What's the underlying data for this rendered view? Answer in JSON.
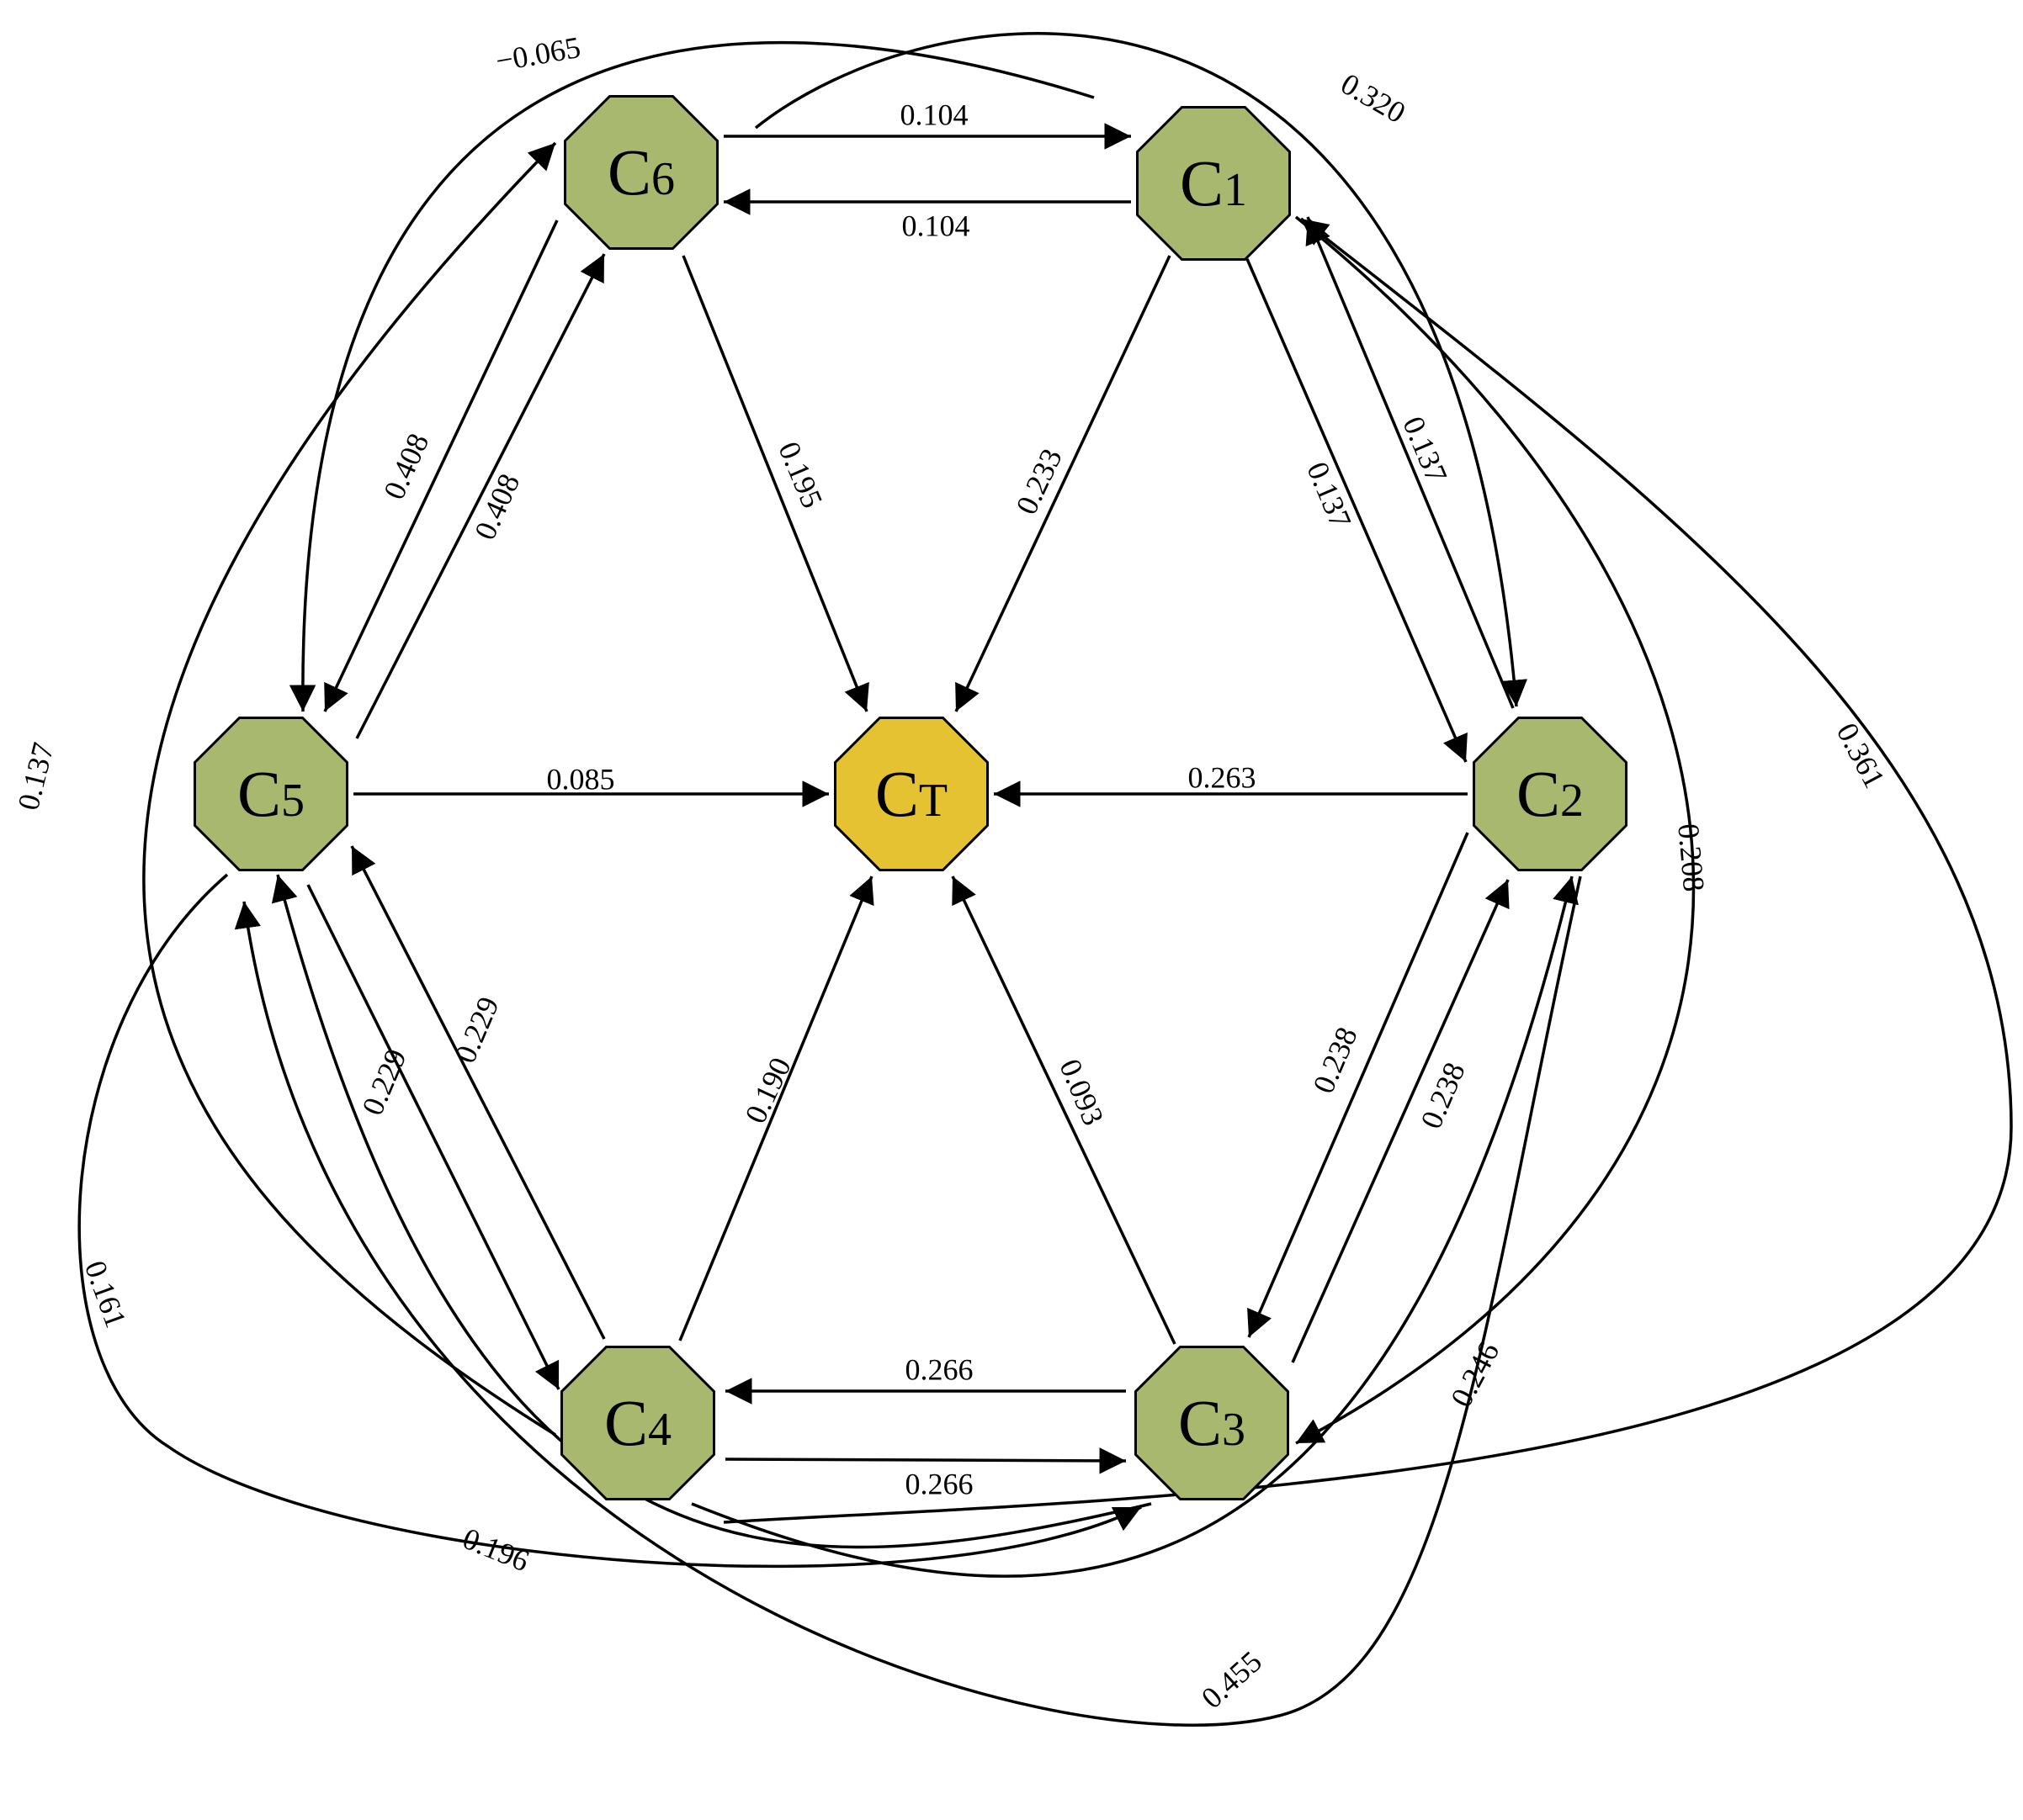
{
  "colors": {
    "outer_node": "#a8b96f",
    "target_node": "#e4c232",
    "stroke": "#000000"
  },
  "nodes": [
    {
      "id": "C1",
      "main": "C",
      "sub": "1",
      "role": "factor"
    },
    {
      "id": "C2",
      "main": "C",
      "sub": "2",
      "role": "factor"
    },
    {
      "id": "C3",
      "main": "C",
      "sub": "3",
      "role": "factor"
    },
    {
      "id": "C4",
      "main": "C",
      "sub": "4",
      "role": "factor"
    },
    {
      "id": "C5",
      "main": "C",
      "sub": "5",
      "role": "factor"
    },
    {
      "id": "C6",
      "main": "C",
      "sub": "6",
      "role": "factor"
    },
    {
      "id": "CT",
      "main": "C",
      "sub": "T",
      "role": "target"
    }
  ],
  "edges": [
    {
      "from": "C6",
      "to": "C1",
      "label": "0.104"
    },
    {
      "from": "C1",
      "to": "C6",
      "label": "0.104"
    },
    {
      "from": "C1",
      "to": "C2",
      "label": "0.137"
    },
    {
      "from": "C2",
      "to": "C1",
      "label": "0.137"
    },
    {
      "from": "C2",
      "to": "C3",
      "label": "0.238"
    },
    {
      "from": "C3",
      "to": "C2",
      "label": "0.238"
    },
    {
      "from": "C3",
      "to": "C4",
      "label": "0.266"
    },
    {
      "from": "C4",
      "to": "C3",
      "label": "0.266"
    },
    {
      "from": "C5",
      "to": "C4",
      "label": "0.229"
    },
    {
      "from": "C4",
      "to": "C5",
      "label": "0.229"
    },
    {
      "from": "C6",
      "to": "C5",
      "label": "0.408"
    },
    {
      "from": "C5",
      "to": "C6",
      "label": "0.408"
    },
    {
      "from": "C1",
      "to": "CT",
      "label": "0.233"
    },
    {
      "from": "C6",
      "to": "CT",
      "label": "0.195"
    },
    {
      "from": "C5",
      "to": "CT",
      "label": "0.085"
    },
    {
      "from": "C2",
      "to": "CT",
      "label": "0.263"
    },
    {
      "from": "C4",
      "to": "CT",
      "label": "0.190"
    },
    {
      "from": "C3",
      "to": "CT",
      "label": "0.093"
    },
    {
      "from": "C1",
      "to": "C5",
      "label": "−0.065"
    },
    {
      "from": "C6",
      "to": "C2",
      "label": "0.320"
    },
    {
      "from": "C3",
      "to": "C6",
      "label": "0.137"
    },
    {
      "from": "C1",
      "to": "C3",
      "label": "0.208"
    },
    {
      "from": "C4",
      "to": "C1",
      "label": "0.361"
    },
    {
      "from": "C2",
      "to": "C5",
      "label": "0.246"
    },
    {
      "from": "C5",
      "to": "C3",
      "label": "0.161"
    },
    {
      "from": "C4",
      "to": "C2",
      "label": "0.455"
    },
    {
      "from": "C3",
      "to": "C5",
      "label": "0.196"
    }
  ]
}
